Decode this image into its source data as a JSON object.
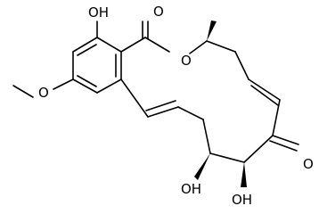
{
  "molecule": {
    "atom_labels": {
      "phenol_oh": "OH",
      "carbonyl_o_lactone": "O",
      "ring_o": "O",
      "methoxy_o": "O",
      "ketone_o": "O",
      "diol_oh_1": "OH",
      "diol_oh_2": "OH"
    }
  },
  "colors": {
    "bond": "#000000",
    "background": "#ffffff"
  }
}
